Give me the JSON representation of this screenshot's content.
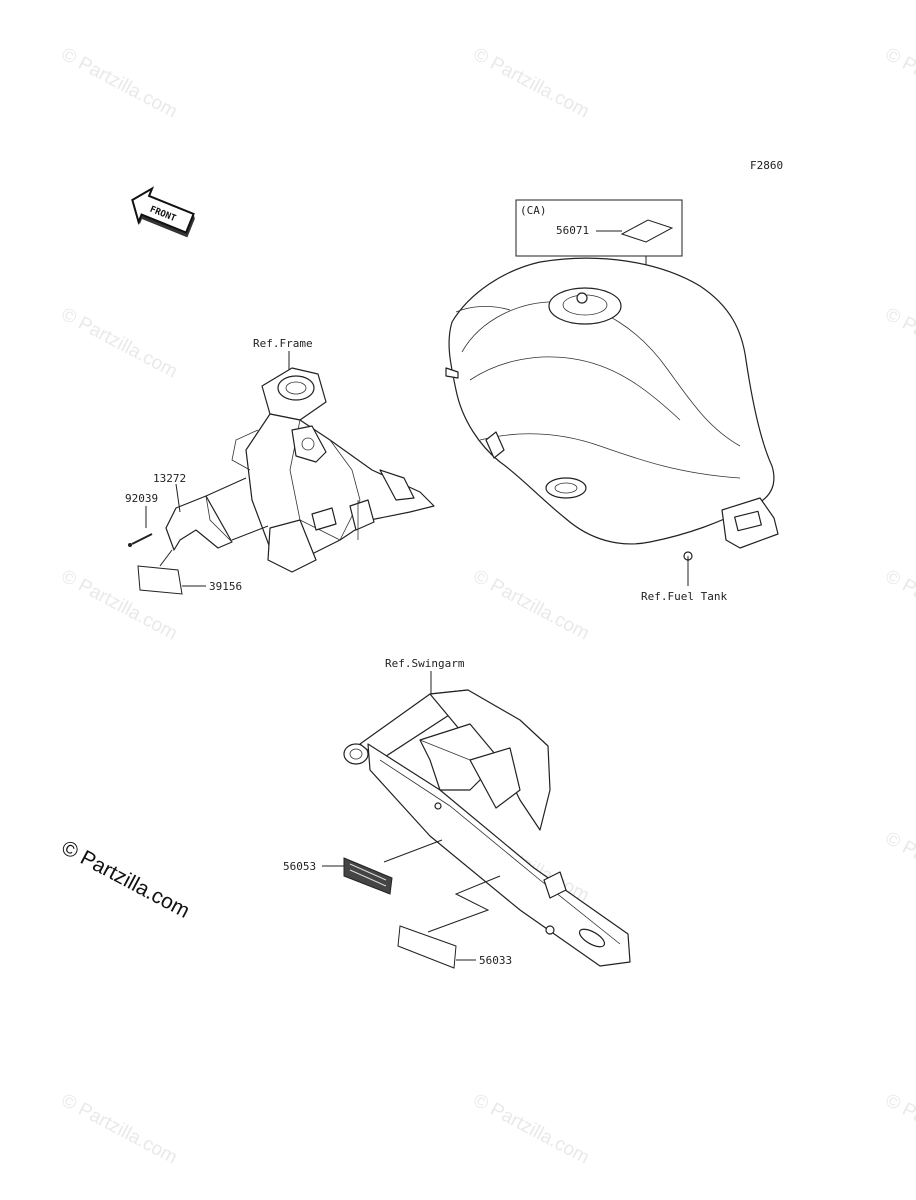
{
  "figure_code": "F2860",
  "front_label": "FRONT",
  "callout_box_tag": "(CA)",
  "references": {
    "frame": "Ref.Frame",
    "fuel_tank": "Ref.Fuel Tank",
    "swingarm": "Ref.Swingarm"
  },
  "parts": {
    "p56071": "56071",
    "p13272": "13272",
    "p92039": "92039",
    "p39156": "39156",
    "p56053": "56053",
    "p56033": "56033"
  },
  "watermark": "© Partzilla.com"
}
